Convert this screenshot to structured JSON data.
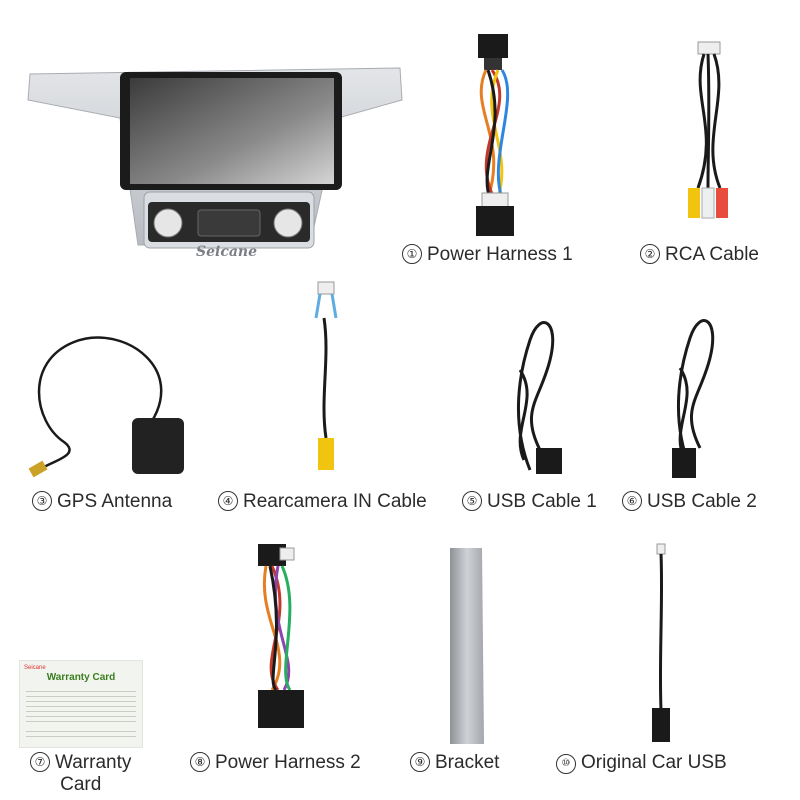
{
  "head_unit": {
    "brand": "Seicane"
  },
  "items": [
    {
      "num": "①",
      "label": "Power Harness 1"
    },
    {
      "num": "②",
      "label": "RCA Cable"
    },
    {
      "num": "③",
      "label": "GPS Antenna"
    },
    {
      "num": "④",
      "label": "Rearcamera IN Cable"
    },
    {
      "num": "⑤",
      "label": "USB Cable 1"
    },
    {
      "num": "⑥",
      "label": "USB Cable 2"
    },
    {
      "num": "⑦",
      "label": "Warranty",
      "label2": "Card"
    },
    {
      "num": "⑧",
      "label": "Power Harness 2"
    },
    {
      "num": "⑨",
      "label": "Bracket"
    },
    {
      "num": "⑩",
      "label": "Original Car USB"
    }
  ],
  "warranty_card": {
    "brand": "Seicane",
    "title": "Warranty Card"
  },
  "colors": {
    "cable": "#1a1a1a",
    "bezel": "#c9ccd1",
    "rca_yellow": "#f1c40f",
    "card_green": "#3a7d1f"
  }
}
